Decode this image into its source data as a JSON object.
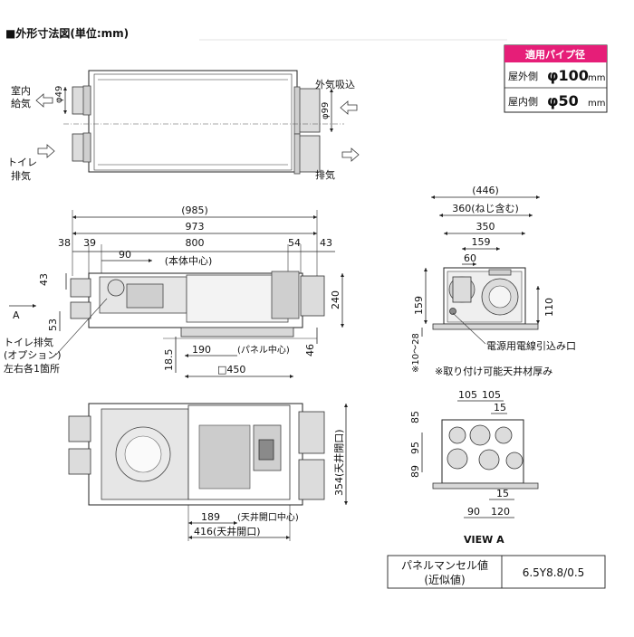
{
  "title": "■外形寸法図(単位:mm)",
  "pipe_box": {
    "header": "適用パイプ径",
    "outdoor_label": "屋外側",
    "outdoor_value": "φ100",
    "indoor_label": "屋内側",
    "indoor_value": "φ50",
    "unit": "mm"
  },
  "top_view": {
    "label_room_supply_1": "室内",
    "label_room_supply_2": "給気",
    "label_toilet_exhaust_1": "トイレ",
    "label_toilet_exhaust_2": "排気",
    "label_outside_intake": "外気吸込",
    "label_exhaust": "排気",
    "dim_phi49": "φ49",
    "dim_phi99": "φ99"
  },
  "front_view": {
    "dim_985": "(985)",
    "dim_973": "973",
    "dim_38": "38",
    "dim_39": "39",
    "dim_800": "800",
    "dim_54": "54",
    "dim_43r": "43",
    "dim_90": "90",
    "body_center": "(本体中心)",
    "dim_43l": "43",
    "dim_53": "53",
    "dim_240": "240",
    "dim_46": "46",
    "dim_18_5": "18.5",
    "dim_190": "190",
    "panel_center": "(パネル中心)",
    "dim_450": "□450",
    "arrow_a": "A",
    "note_1": "トイレ排気",
    "note_2": "(オプション)",
    "note_3": "左右各1箇所"
  },
  "side_view": {
    "dim_446": "(446)",
    "dim_360": "360(ねじ含む)",
    "dim_350": "350",
    "dim_159h": "159",
    "dim_60": "60",
    "dim_159v": "159",
    "dim_110": "110",
    "dim_10_28": "※10〜28",
    "power_inlet": "電源用電線引込み口",
    "ceiling_note": "※取り付け可能天井材厚み"
  },
  "view_a": {
    "dim_105a": "105",
    "dim_105b": "105",
    "dim_15t": "15",
    "dim_95": "95",
    "dim_89": "89",
    "dim_85": "85",
    "dim_15b": "15",
    "dim_90": "90",
    "dim_120": "120",
    "label": "VIEW A"
  },
  "bottom_view": {
    "dim_354": "354(天井開口)",
    "dim_189": "189",
    "opening_center": "(天井開口中心)",
    "dim_416": "416(天井開口)"
  },
  "munsell": {
    "label_1": "パネルマンセル値",
    "label_2": "(近似値)",
    "value": "6.5Y8.8/0.5"
  },
  "colors": {
    "accent": "#e61e78"
  }
}
